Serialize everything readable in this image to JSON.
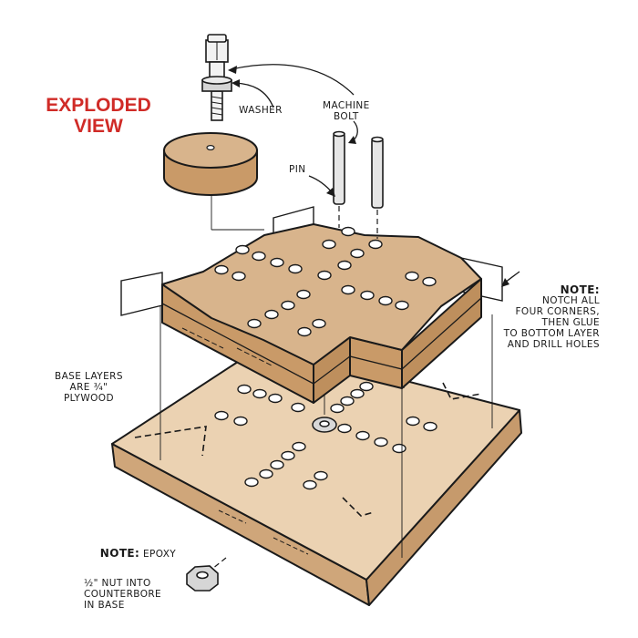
{
  "title": "EXPLODED\nVIEW",
  "labels": {
    "washer": "WASHER",
    "machine_bolt": "MACHINE\nBOLT",
    "pin": "PIN",
    "note1_head": "NOTE:",
    "note1_body": "NOTCH ALL\nFOUR CORNERS,\nTHEN GLUE\nTO BOTTOM LAYER\nAND DRILL HOLES",
    "base_layers": "BASE LAYERS\nARE ¾\"\nPLYWOOD",
    "note2_head": "NOTE:",
    "note2_first": " EPOXY",
    "note2_body": "½\" NUT INTO\nCOUNTERBORE\nIN BASE"
  },
  "colors": {
    "title": "#d02b27",
    "top_wood": "#d8b48c",
    "side_wood": "#c99a68",
    "base_wood": "#ebd2b2",
    "line": "#1a1a1a"
  }
}
